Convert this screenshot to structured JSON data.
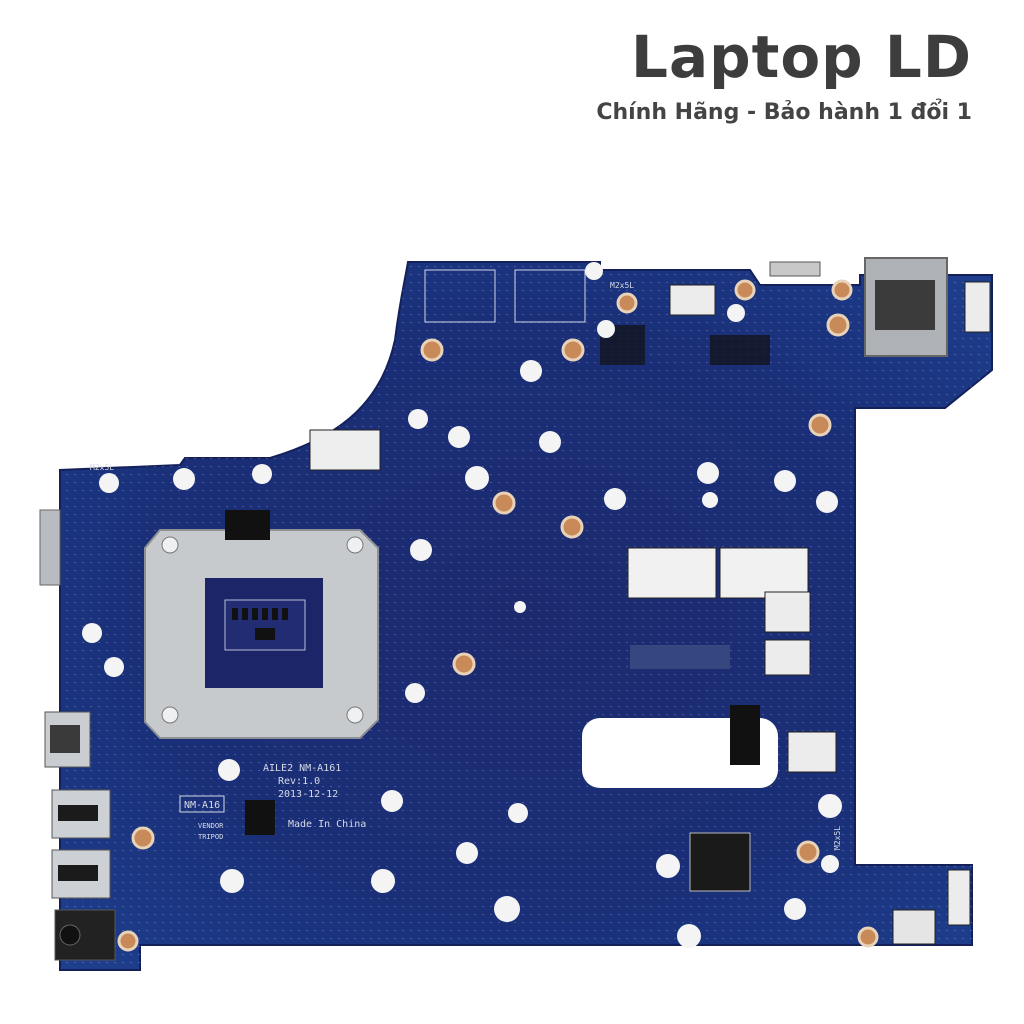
{
  "brand": {
    "title": "Laptop LD",
    "subtitle": "Chính Hãng - Bảo hành 1 đổi 1"
  },
  "board": {
    "silkscreen": {
      "model_line": "AILE2  NM-A161",
      "revision": "Rev:1.0",
      "date": "2013-12-12",
      "tag": "NM-A16",
      "vendor": "VENDOR",
      "vendor_code": "TRIPOD",
      "origin": "Made In China",
      "screw_top": "M2x5L",
      "screw_left": "M2x5L",
      "screw_right": "M2x5L"
    }
  }
}
